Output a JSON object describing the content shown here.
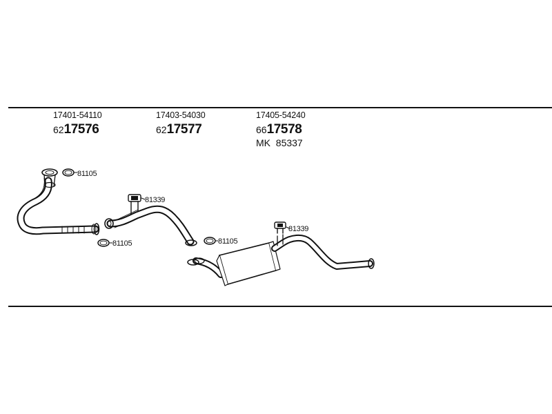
{
  "parts": [
    {
      "part_number": "17401-54110",
      "ref_prefix": "62",
      "ref_number": "17576"
    },
    {
      "part_number": "17403-54030",
      "ref_prefix": "62",
      "ref_number": "17577"
    },
    {
      "part_number": "17405-54240",
      "ref_prefix": "66",
      "ref_number": "17578",
      "mk_label": "MK",
      "mk_number": "85337"
    }
  ],
  "callouts": {
    "gasket_top": "81105",
    "gasket_bottom": "81105",
    "hanger_mid": "81339",
    "gasket_mid": "81105",
    "hanger_right": "81339"
  }
}
